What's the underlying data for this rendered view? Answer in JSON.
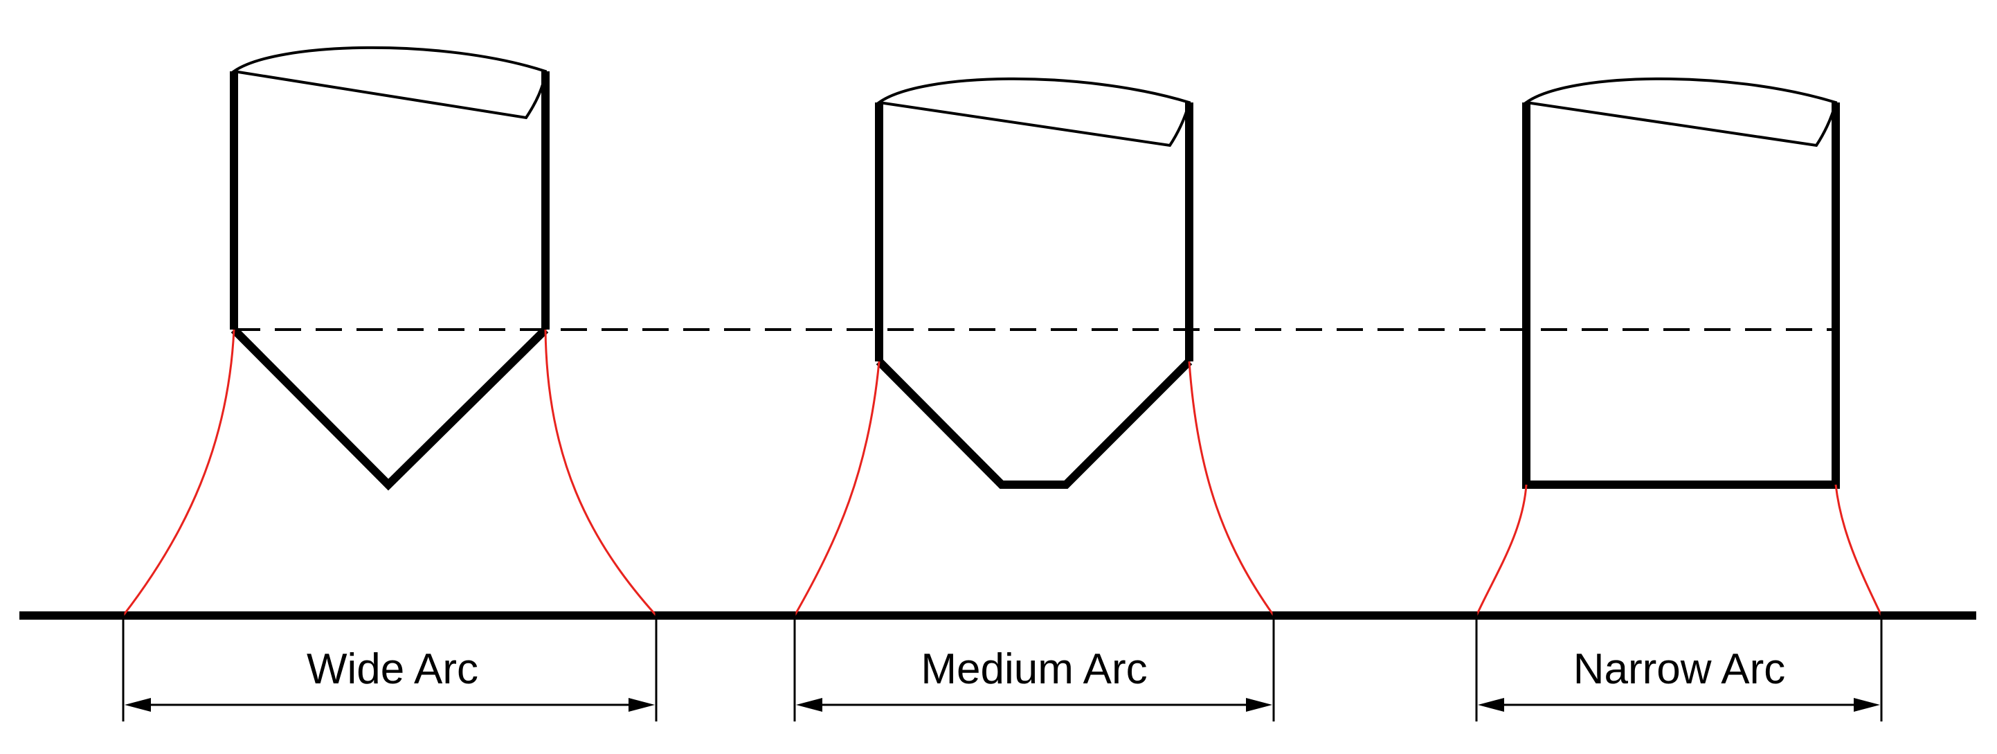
{
  "labels": {
    "wide": "Wide Arc",
    "medium": "Medium Arc",
    "narrow": "Narrow Arc"
  },
  "colors": {
    "outline": "#000000",
    "arc": "#e8231e",
    "background": "#ffffff"
  }
}
